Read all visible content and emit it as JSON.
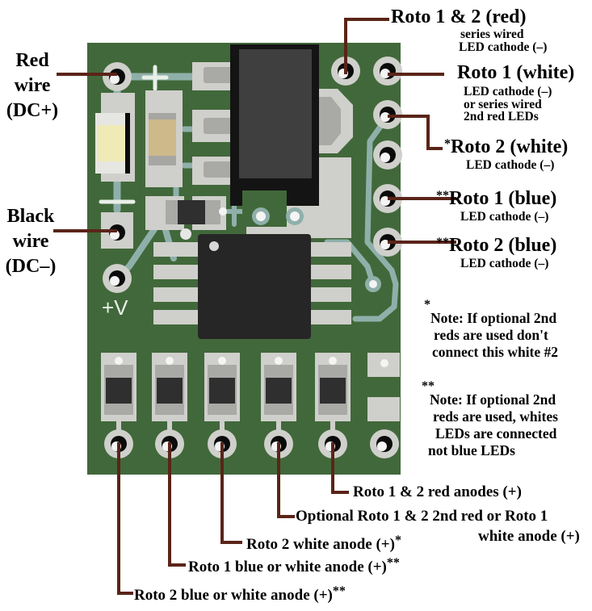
{
  "colors": {
    "board": "#41683a",
    "pad": "#cfcfcb",
    "trace": "#8fb0aa",
    "hole": "#0b0b0b",
    "chip": "#262626",
    "chip_face": "#3f3f3f",
    "resistor": "#2f2f2f",
    "led_body": "#efeab6",
    "cap_body": "#cdb98a",
    "leader": "#5a2418",
    "silk": "#e8f0e8"
  },
  "silkscreen": {
    "plus": "+",
    "minus": "–",
    "vplus": "+V"
  },
  "left_labels": {
    "red_wire": [
      "Red",
      "wire",
      "(DC+)"
    ],
    "black_wire": [
      "Black",
      "wire",
      "(DC–)"
    ]
  },
  "right_labels": [
    {
      "prefix": "",
      "title": "Roto 1 & 2 (red)",
      "sub": [
        "series wired",
        "LED cathode (–)"
      ]
    },
    {
      "prefix": "",
      "title": "Roto 1 (white)",
      "sub": [
        "LED cathode (–)",
        "or series wired",
        "2nd red LEDs"
      ]
    },
    {
      "prefix": "*",
      "title": "Roto 2 (white)",
      "sub": [
        "LED cathode (–)"
      ]
    },
    {
      "prefix": "**",
      "title": "Roto 1 (blue)",
      "sub": [
        "LED cathode (–)"
      ]
    },
    {
      "prefix": "**",
      "title": "Roto 2 (blue)",
      "sub": [
        "LED cathode (–)"
      ]
    }
  ],
  "notes": [
    {
      "marker": "*",
      "text": [
        "Note: If optional 2nd",
        "reds are used don't",
        "connect this white #2"
      ]
    },
    {
      "marker": "**",
      "text": [
        "Note: If optional 2nd",
        "reds are used, whites",
        "LEDs are connected",
        "not blue LEDs"
      ]
    }
  ],
  "bottom_labels": [
    {
      "text": "Roto 1 & 2  red anodes (+)",
      "suffix": ""
    },
    {
      "text": "Optional Roto 1 & 2 2nd red or Roto 1",
      "line2": "white anode (+)",
      "suffix": ""
    },
    {
      "text": "Roto 2 white anode (+)",
      "suffix": "*"
    },
    {
      "text": "Roto 1 blue or white anode (+)",
      "suffix": "**"
    },
    {
      "text": "Roto 2 blue or white anode (+)",
      "suffix": "**"
    }
  ]
}
